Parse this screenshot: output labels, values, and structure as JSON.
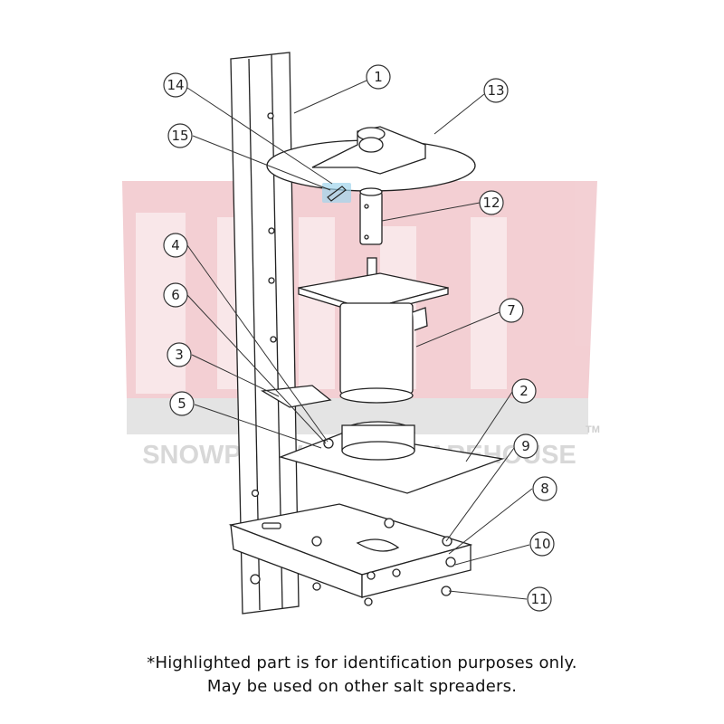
{
  "watermark": {
    "brand_text": "SNOWPLOW PARTS WAREHOUSE",
    "trademark": "TM",
    "color": "#e8a7ae"
  },
  "callouts": [
    "1",
    "2",
    "3",
    "4",
    "5",
    "6",
    "7",
    "8",
    "9",
    "10",
    "11",
    "12",
    "13",
    "14",
    "15"
  ],
  "highlight_color": "#7fc7e8",
  "caption": {
    "line1": "*Highlighted part is for identification purposes only.",
    "line2": "May be used on other salt spreaders."
  }
}
